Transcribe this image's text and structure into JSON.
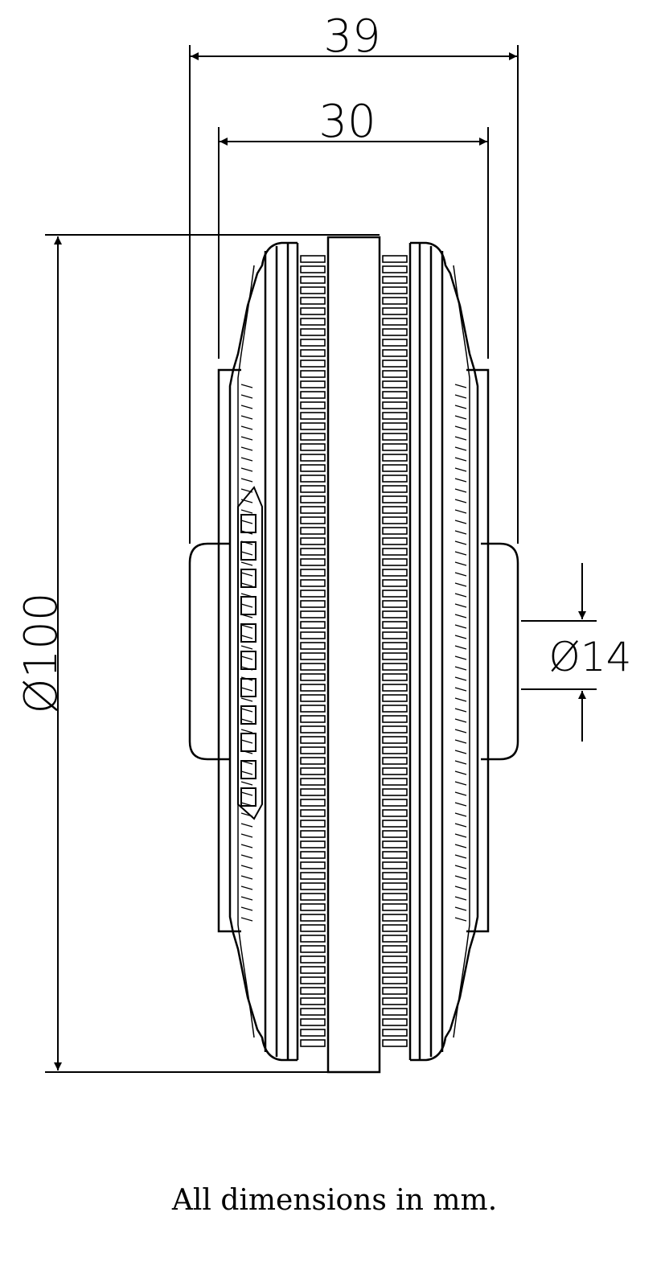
{
  "dimensions": {
    "overall_width": "39",
    "tread_width": "30",
    "diameter": "Ø100",
    "bore": "Ø14"
  },
  "note": "All dimensions in mm."
}
